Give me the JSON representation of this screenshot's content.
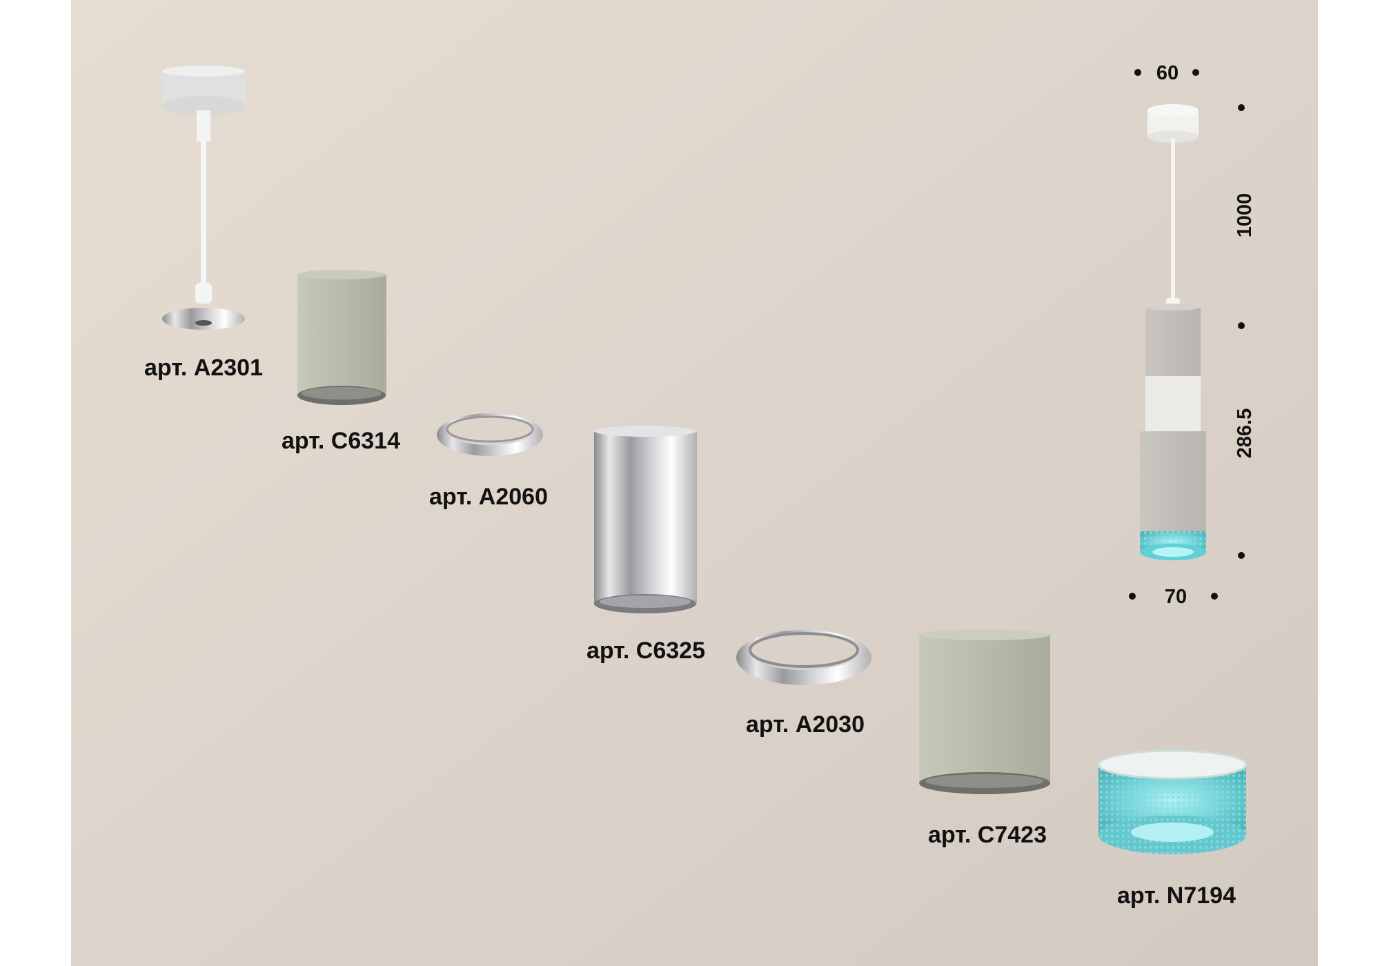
{
  "background_color": "#ddd5cc",
  "parts": [
    {
      "label": "арт. A2301",
      "name": "suspension-mount"
    },
    {
      "label": "арт. C6314",
      "name": "housing-grey-green"
    },
    {
      "label": "арт. A2060",
      "name": "chrome-ring-small"
    },
    {
      "label": "арт. C6325",
      "name": "housing-chrome"
    },
    {
      "label": "арт. A2030",
      "name": "chrome-ring-large"
    },
    {
      "label": "арт. C7423",
      "name": "housing-grey-green-large"
    },
    {
      "label": "арт. N7194",
      "name": "turquoise-crystal-diffuser"
    }
  ],
  "dimensions": {
    "top_width": "60",
    "bottom_width": "70",
    "cable_length": "1000",
    "body_height": "286.5"
  },
  "colors": {
    "sage": "#b9bcac",
    "chrome": "#c8c8ca",
    "turquoise": "#5fd0d6",
    "white": "#f2f2ef"
  }
}
